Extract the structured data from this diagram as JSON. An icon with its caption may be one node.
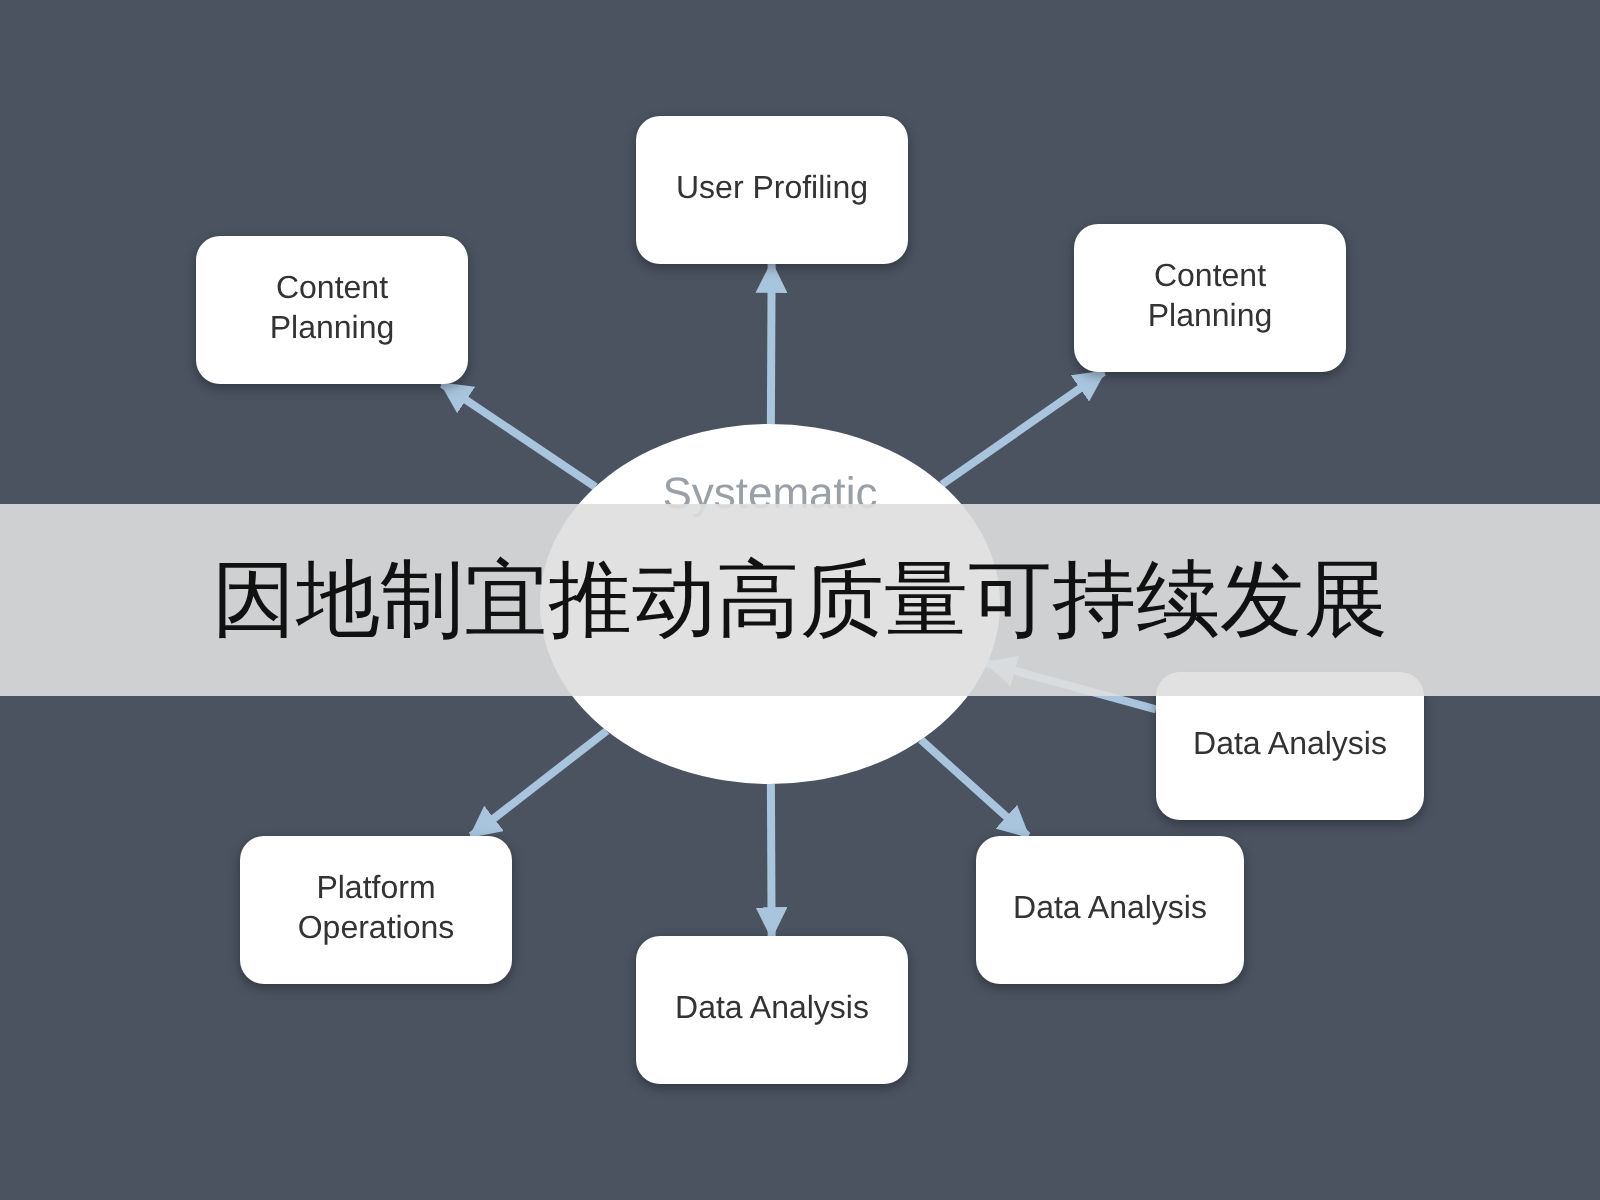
{
  "diagram": {
    "title": "因地制宜推动高质量可持续发展",
    "nodes": [
      {
        "text": [
          "User Profiling"
        ]
      },
      {
        "text": [
          "Content Planning"
        ]
      },
      {
        "text": [
          "Content Planning"
        ]
      },
      {
        "text": [
          "Systematic"
        ]
      },
      {
        "text": [
          "Data Analysis"
        ]
      },
      {
        "text": [
          "Platform Operations"
        ]
      },
      {
        "text": [
          "Data Analysis"
        ]
      },
      {
        "text": [
          "Data Analysis"
        ]
      }
    ],
    "edges": [
      {
        "from": 3,
        "to": 0,
        "arrow": "to"
      },
      {
        "from": 3,
        "to": 1,
        "arrow": "to"
      },
      {
        "from": 3,
        "to": 2,
        "arrow": "to"
      },
      {
        "from": 4,
        "to": 3,
        "arrow": "to"
      },
      {
        "from": 3,
        "to": 5,
        "arrow": "to"
      },
      {
        "from": 3,
        "to": 6,
        "arrow": "to"
      },
      {
        "from": 3,
        "to": 7,
        "arrow": "to"
      }
    ]
  }
}
